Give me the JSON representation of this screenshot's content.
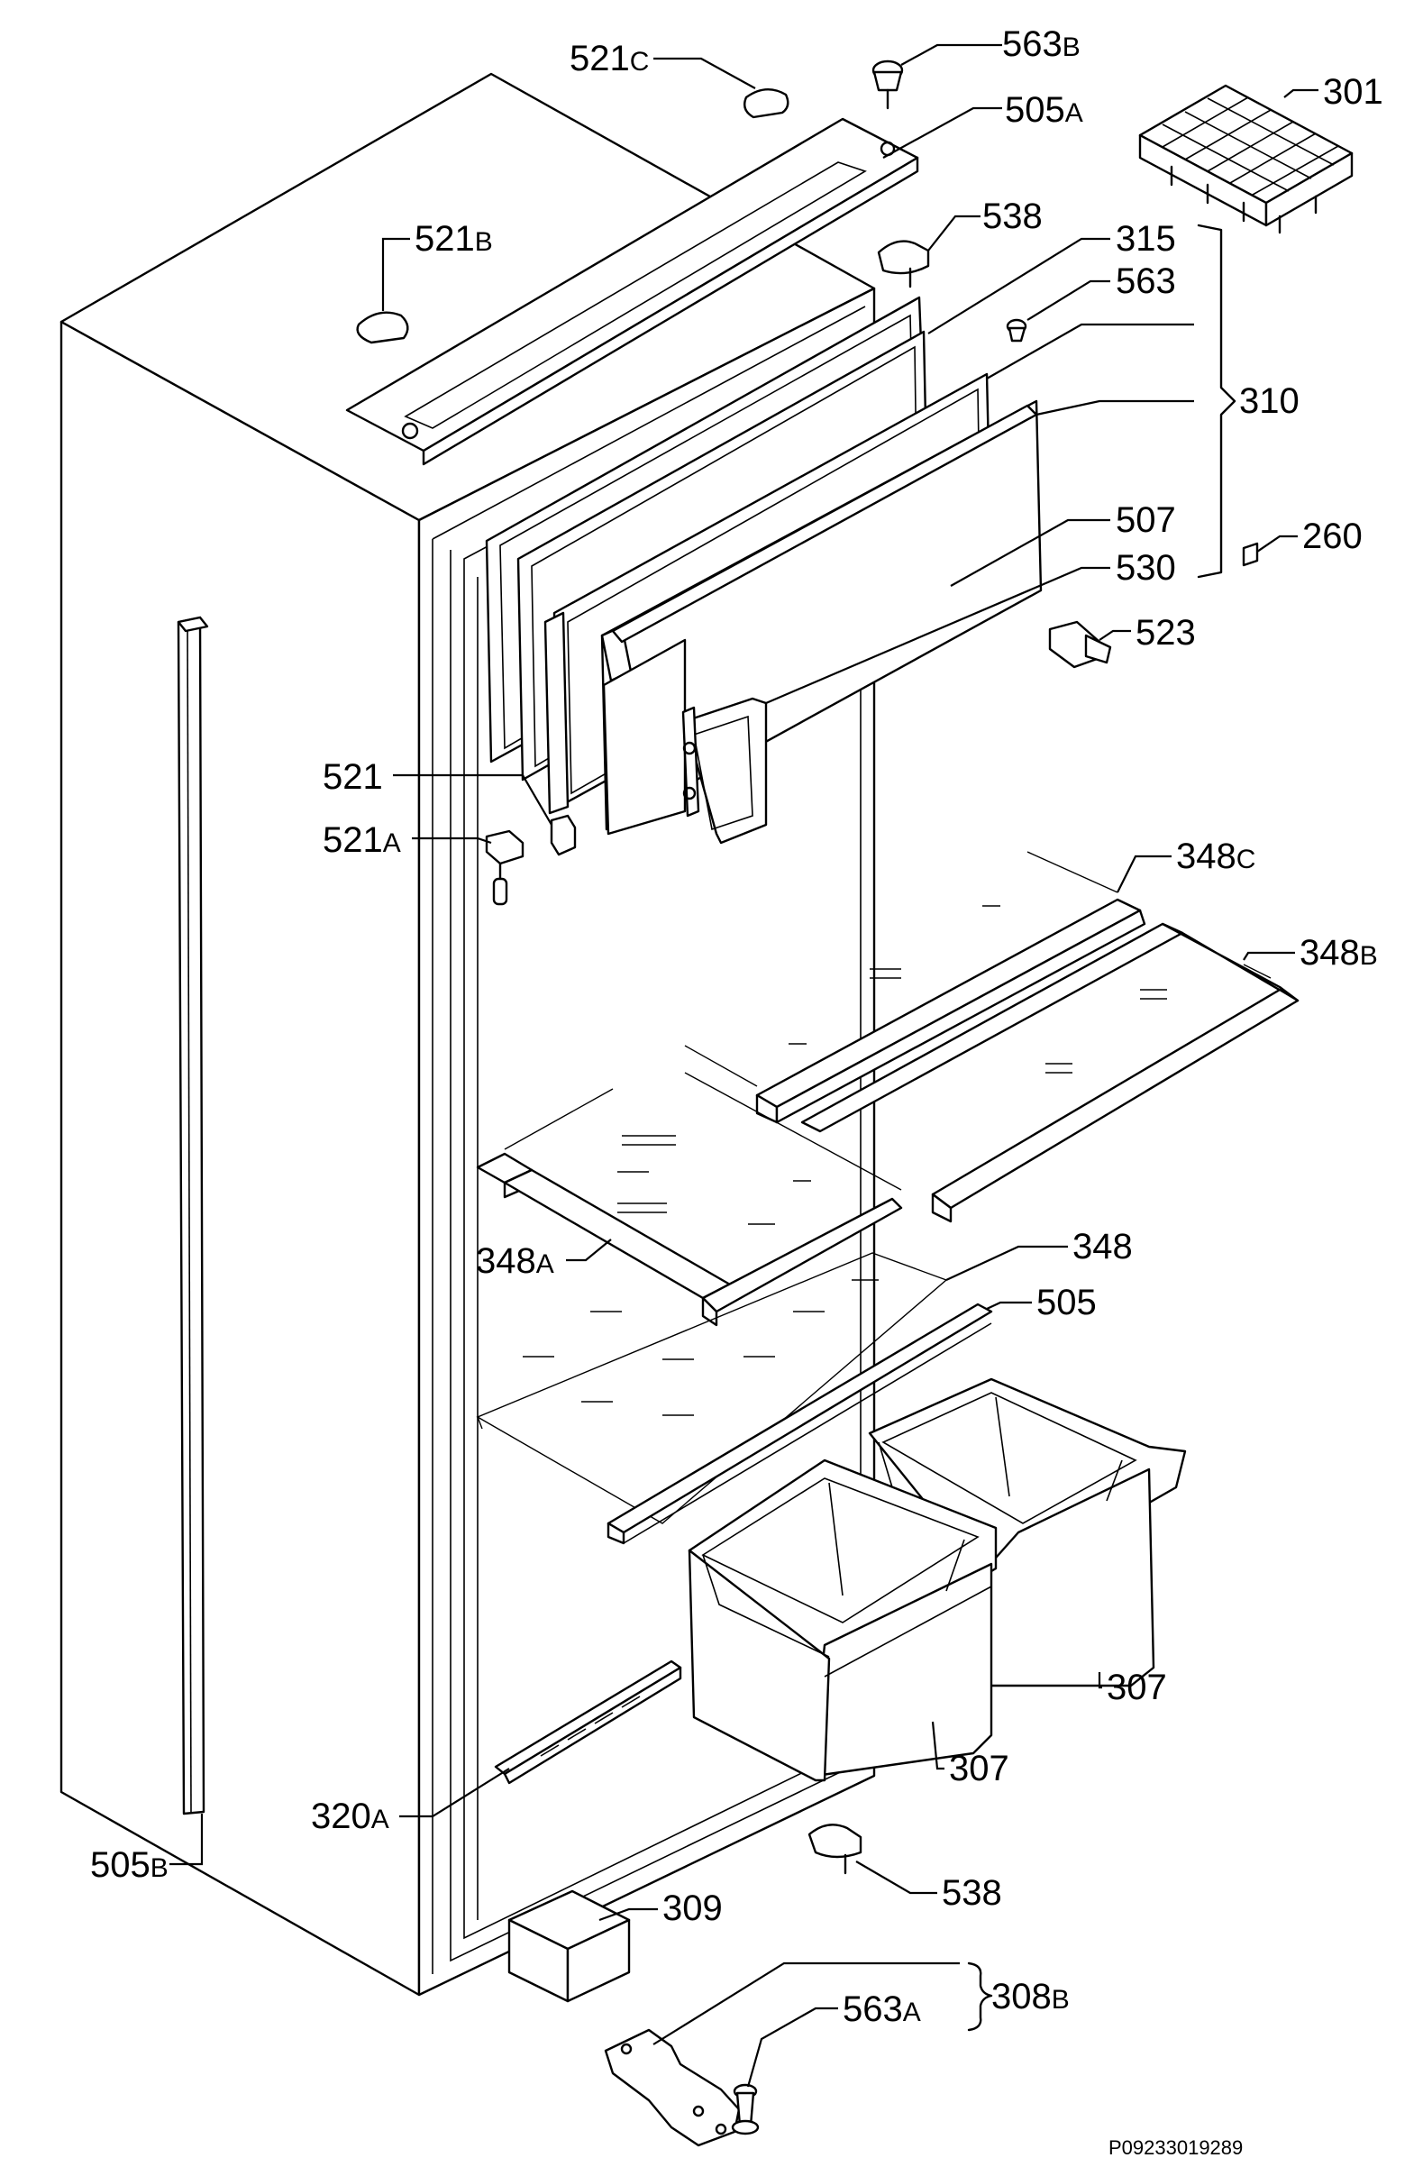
{
  "diagram": {
    "drawing_code": "P09233019289",
    "labels": {
      "l521c": {
        "num": "521",
        "suffix": "C"
      },
      "l563b": {
        "num": "563",
        "suffix": "B"
      },
      "l505a": {
        "num": "505",
        "suffix": "A"
      },
      "l301": {
        "num": "301",
        "suffix": ""
      },
      "l521b": {
        "num": "521",
        "suffix": "B"
      },
      "l538top": {
        "num": "538",
        "suffix": ""
      },
      "l315": {
        "num": "315",
        "suffix": ""
      },
      "l563": {
        "num": "563",
        "suffix": ""
      },
      "l310": {
        "num": "310",
        "suffix": ""
      },
      "l507": {
        "num": "507",
        "suffix": ""
      },
      "l260": {
        "num": "260",
        "suffix": ""
      },
      "l530": {
        "num": "530",
        "suffix": ""
      },
      "l523": {
        "num": "523",
        "suffix": ""
      },
      "l521": {
        "num": "521",
        "suffix": ""
      },
      "l521a": {
        "num": "521",
        "suffix": "A"
      },
      "l348c": {
        "num": "348",
        "suffix": "C"
      },
      "l348b": {
        "num": "348",
        "suffix": "B"
      },
      "l348": {
        "num": "348",
        "suffix": ""
      },
      "l348a": {
        "num": "348",
        "suffix": "A"
      },
      "l505": {
        "num": "505",
        "suffix": ""
      },
      "l307r": {
        "num": "307",
        "suffix": ""
      },
      "l307l": {
        "num": "307",
        "suffix": ""
      },
      "l320a": {
        "num": "320",
        "suffix": "A"
      },
      "l505b": {
        "num": "505",
        "suffix": "B"
      },
      "l538bot": {
        "num": "538",
        "suffix": ""
      },
      "l309": {
        "num": "309",
        "suffix": ""
      },
      "l563a": {
        "num": "563",
        "suffix": "A"
      },
      "l308b": {
        "num": "308",
        "suffix": "B"
      }
    }
  }
}
